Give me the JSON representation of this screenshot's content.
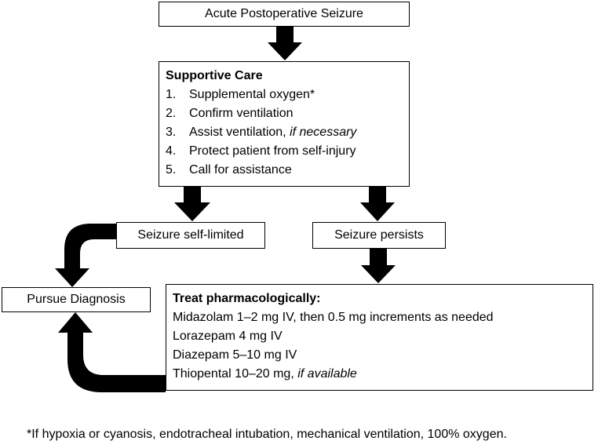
{
  "start": {
    "label": "Acute Postoperative Seizure"
  },
  "supportive_care": {
    "heading": "Supportive Care",
    "items": [
      {
        "num": "1.",
        "text": "Supplemental oxygen*",
        "emph": ""
      },
      {
        "num": "2.",
        "text": "Confirm ventilation",
        "emph": ""
      },
      {
        "num": "3.",
        "text": "Assist ventilation, ",
        "emph": "if necessary"
      },
      {
        "num": "4.",
        "text": "Protect patient from self-injury",
        "emph": ""
      },
      {
        "num": "5.",
        "text": "Call for assistance",
        "emph": ""
      }
    ]
  },
  "self_limited": {
    "label": "Seizure self-limited"
  },
  "persists": {
    "label": "Seizure persists"
  },
  "diagnosis": {
    "label": "Pursue Diagnosis"
  },
  "pharm": {
    "heading": "Treat pharmacologically:",
    "items": [
      {
        "text": "Midazolam 1–2 mg IV, then 0.5 mg increments as needed",
        "emph": ""
      },
      {
        "text": "Lorazepam 4 mg IV",
        "emph": ""
      },
      {
        "text": "Diazepam 5–10 mg IV",
        "emph": ""
      },
      {
        "text": "Thiopental 10–20 mg, ",
        "emph": "if available"
      }
    ]
  },
  "footnote": "*If hypoxia or cyanosis, endotracheal intubation, mechanical ventilation, 100% oxygen."
}
